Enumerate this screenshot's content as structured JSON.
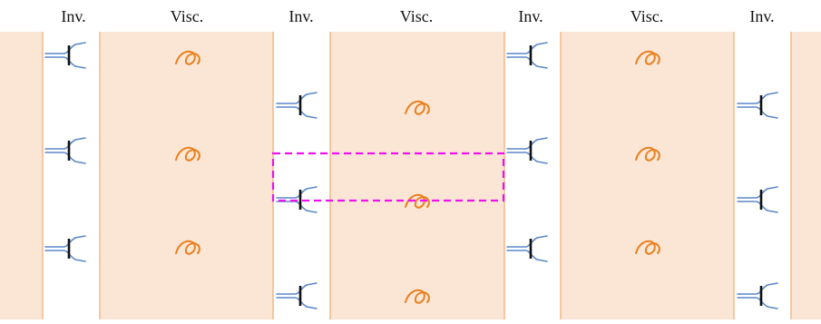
{
  "labels": [
    "Inv.",
    "Visc.",
    "Inv.",
    "Visc.",
    "Inv.",
    "Visc.",
    "Inv."
  ],
  "colors": {
    "viscous_fill": "#fbe6d6",
    "boundary": "#f2b88a",
    "pore_glyph": "#e9801e",
    "throat_arms": "#5b87c9",
    "throat_neck": "#111111",
    "highlight": "#ee11ee"
  },
  "icons": {
    "pore": "orange-curl-icon",
    "throat": "pore-throat-icon"
  }
}
